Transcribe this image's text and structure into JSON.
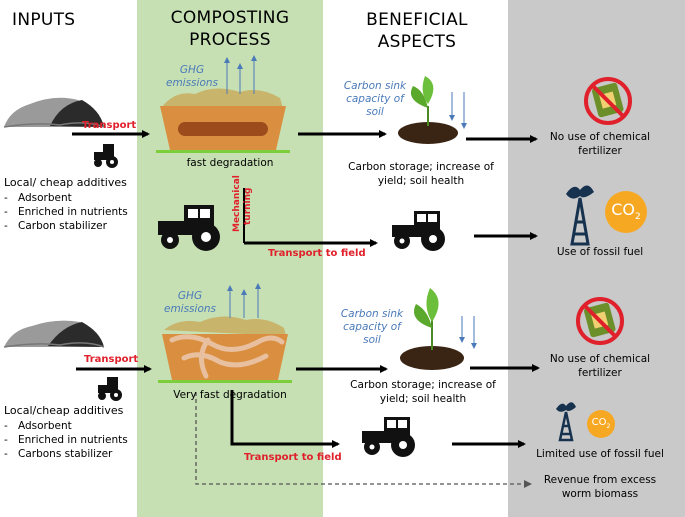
{
  "headers": {
    "inputs": "INPUTS",
    "composting": [
      "COMPOSTING",
      "PROCESS"
    ],
    "beneficial": [
      "BENEFICIAL",
      "ASPECTS"
    ]
  },
  "top_row": {
    "transport": "Transport",
    "ghg": [
      "GHG",
      "emissions"
    ],
    "process_label": "fast degradation",
    "carbon_sink": [
      "Carbon sink",
      "capacity of",
      "soil"
    ],
    "carbon_storage": [
      "Carbon storage; increase of",
      "yield; soil health"
    ],
    "no_fertilizer": [
      "No use of chemical",
      "fertilizer"
    ],
    "additives_title": "Local/ cheap additives",
    "additives": [
      "Adsorbent",
      "Enriched in nutrients",
      "Carbon stabilizer"
    ],
    "mechanical_turning": [
      "Mechanical",
      "turning"
    ],
    "transport_to_field": "Transport to field",
    "fossil_fuel": "Use of fossil fuel",
    "co2": "CO",
    "co2_sub": "2"
  },
  "bottom_row": {
    "transport": "Transport",
    "ghg": [
      "GHG",
      "emissions"
    ],
    "process_label": "Very fast degradation",
    "carbon_sink": [
      "Carbon sink",
      "capacity of",
      "soil"
    ],
    "carbon_storage": [
      "Carbon storage; increase of",
      "yield; soil health"
    ],
    "no_fertilizer": [
      "No use of chemical",
      "fertilizer"
    ],
    "additives_title": "Local/cheap additives",
    "additives": [
      "Adsorbent",
      "Enriched in nutrients",
      "Carbons stabilizer"
    ],
    "transport_to_field": "Transport to field",
    "fossil_fuel": "Limited use of fossil fuel",
    "co2": "CO",
    "co2_sub": "2",
    "revenue": [
      "Revenue from excess",
      "worm biomass"
    ]
  },
  "colors": {
    "green_column": "#c6e0b4",
    "grey_column": "#c9c9c9",
    "transport_red": "#e0202b",
    "ghg_blue": "#4a7ab8",
    "co2_orange": "#f7a823"
  }
}
